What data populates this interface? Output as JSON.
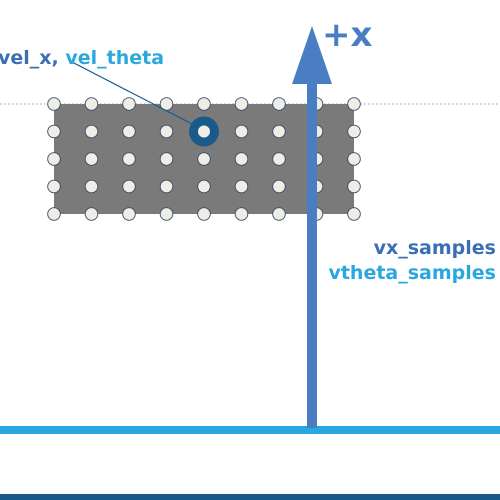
{
  "axis": {
    "label": "+x",
    "color": "#4a7ec2"
  },
  "velocity_label": {
    "part1": "vel_x, ",
    "part2": "vel_theta",
    "color1": "#3a6fb5",
    "color2": "#29a8e0"
  },
  "samples_label": {
    "line1": "vx_samples",
    "line2": "vtheta_samples",
    "color1": "#3a6fb5",
    "color2": "#29a8e0"
  },
  "grid": {
    "rows": 5,
    "cols": 9,
    "highlight_row": 1,
    "highlight_col": 4,
    "fill_color": "#7a7a7a",
    "dot_color": "#eeeee6",
    "highlight_color": "#1a5a8a"
  },
  "colors": {
    "ground": "#29a8e0",
    "bottom_edge": "#1a5a8a",
    "dotted_line": "#8a9aaa"
  }
}
